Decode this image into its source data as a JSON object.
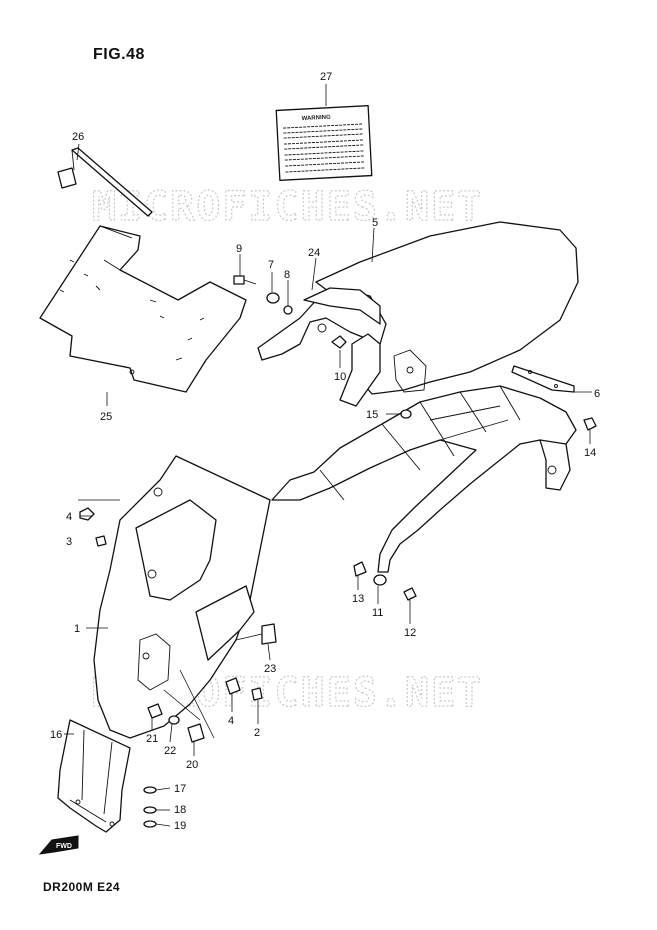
{
  "figure": {
    "title": "FIG.48",
    "model_code": "DR200M E24",
    "watermark": "MICROFICHES.NET",
    "fwd_label": "FWD"
  },
  "warning_label": {
    "heading": "WARNING"
  },
  "callouts": [
    {
      "id": "c27",
      "text": "27"
    },
    {
      "id": "c26",
      "text": "26"
    },
    {
      "id": "c5",
      "text": "5"
    },
    {
      "id": "c9",
      "text": "9"
    },
    {
      "id": "c7",
      "text": "7"
    },
    {
      "id": "c8",
      "text": "8"
    },
    {
      "id": "c24",
      "text": "24"
    },
    {
      "id": "c10",
      "text": "10"
    },
    {
      "id": "c25",
      "text": "25"
    },
    {
      "id": "c6",
      "text": "6"
    },
    {
      "id": "c15",
      "text": "15"
    },
    {
      "id": "c14",
      "text": "14"
    },
    {
      "id": "c4a",
      "text": "4"
    },
    {
      "id": "c3",
      "text": "3"
    },
    {
      "id": "c1",
      "text": "1"
    },
    {
      "id": "c13",
      "text": "13"
    },
    {
      "id": "c11",
      "text": "11"
    },
    {
      "id": "c12",
      "text": "12"
    },
    {
      "id": "c23",
      "text": "23"
    },
    {
      "id": "c16",
      "text": "16"
    },
    {
      "id": "c21",
      "text": "21"
    },
    {
      "id": "c22",
      "text": "22"
    },
    {
      "id": "c4b",
      "text": "4"
    },
    {
      "id": "c2",
      "text": "2"
    },
    {
      "id": "c20",
      "text": "20"
    },
    {
      "id": "c17",
      "text": "17"
    },
    {
      "id": "c18",
      "text": "18"
    },
    {
      "id": "c19",
      "text": "19"
    }
  ]
}
